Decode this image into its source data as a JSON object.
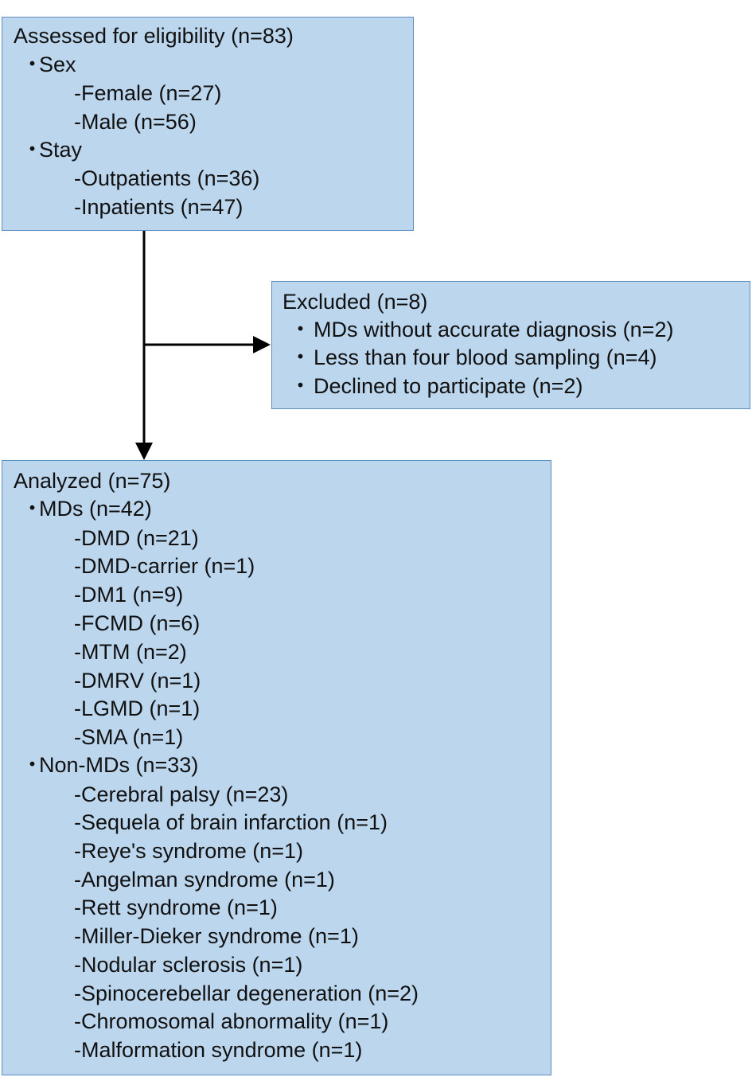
{
  "assessed": {
    "title": "Assessed for eligibility (n=83)",
    "groups": [
      {
        "label": "Sex",
        "items": [
          "-Female (n=27)",
          "-Male (n=56)"
        ]
      },
      {
        "label": "Stay",
        "items": [
          "-Outpatients (n=36)",
          "-Inpatients (n=47)"
        ]
      }
    ]
  },
  "excluded": {
    "title": "Excluded (n=8)",
    "items": [
      "MDs without accurate diagnosis (n=2)",
      "Less than four blood sampling (n=4)",
      "Declined to participate (n=2)"
    ]
  },
  "analyzed": {
    "title": "Analyzed (n=75)",
    "groups": [
      {
        "label": "MDs (n=42)",
        "items": [
          "-DMD (n=21)",
          "-DMD-carrier (n=1)",
          "-DM1 (n=9)",
          "-FCMD (n=6)",
          "-MTM (n=2)",
          "-DMRV (n=1)",
          "-LGMD (n=1)",
          "-SMA (n=1)"
        ]
      },
      {
        "label": "Non-MDs (n=33)",
        "items": [
          "-Cerebral palsy (n=23)",
          "-Sequela of brain infarction (n=1)",
          "-Reye's syndrome (n=1)",
          "-Angelman syndrome (n=1)",
          "-Rett syndrome (n=1)",
          "-Miller-Dieker syndrome (n=1)",
          "-Nodular sclerosis (n=1)",
          "-Spinocerebellar degeneration (n=2)",
          "-Chromosomal abnormality (n=1)",
          "-Malformation syndrome (n=1)"
        ]
      }
    ]
  },
  "bullet_char": "・",
  "colors": {
    "box_fill": "#bcd6ee",
    "box_border": "#5b8fc2",
    "arrow": "#000000"
  }
}
